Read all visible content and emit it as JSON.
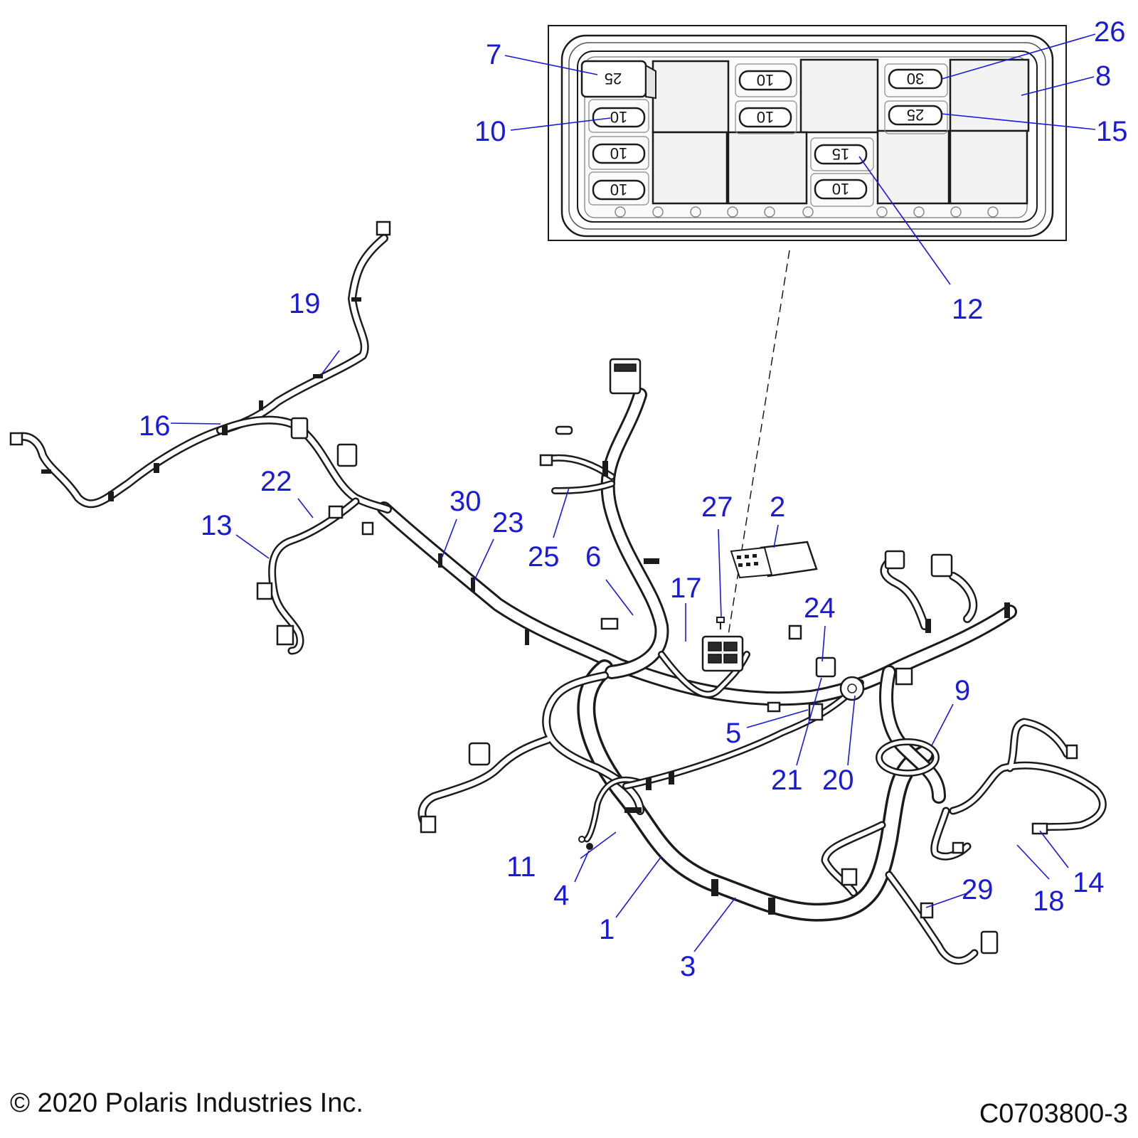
{
  "diagram": {
    "callouts": [
      {
        "id": "c1",
        "label": "1"
      },
      {
        "id": "c2",
        "label": "2"
      },
      {
        "id": "c3",
        "label": "3"
      },
      {
        "id": "c4",
        "label": "4"
      },
      {
        "id": "c5",
        "label": "5"
      },
      {
        "id": "c6",
        "label": "6"
      },
      {
        "id": "c7",
        "label": "7"
      },
      {
        "id": "c8",
        "label": "8"
      },
      {
        "id": "c9",
        "label": "9"
      },
      {
        "id": "c10",
        "label": "10"
      },
      {
        "id": "c11",
        "label": "11"
      },
      {
        "id": "c12",
        "label": "12"
      },
      {
        "id": "c13",
        "label": "13"
      },
      {
        "id": "c14",
        "label": "14"
      },
      {
        "id": "c15",
        "label": "15"
      },
      {
        "id": "c16",
        "label": "16"
      },
      {
        "id": "c17",
        "label": "17"
      },
      {
        "id": "c18",
        "label": "18"
      },
      {
        "id": "c19",
        "label": "19"
      },
      {
        "id": "c20",
        "label": "20"
      },
      {
        "id": "c21",
        "label": "21"
      },
      {
        "id": "c22",
        "label": "22"
      },
      {
        "id": "c23",
        "label": "23"
      },
      {
        "id": "c24",
        "label": "24"
      },
      {
        "id": "c25",
        "label": "25"
      },
      {
        "id": "c26",
        "label": "26"
      },
      {
        "id": "c27",
        "label": "27"
      },
      {
        "id": "c29",
        "label": "29"
      },
      {
        "id": "c30",
        "label": "30"
      }
    ],
    "fuse_ratings": [
      "25",
      "10",
      "10",
      "10",
      "10",
      "10",
      "15",
      "10",
      "30",
      "25"
    ]
  },
  "footer": {
    "copyright": "© 2020 Polaris Industries Inc.",
    "drawing_number": "C0703800-3"
  },
  "colors": {
    "callout": "#1a1adc",
    "line_art": "#1b1b1b",
    "background": "#ffffff"
  }
}
